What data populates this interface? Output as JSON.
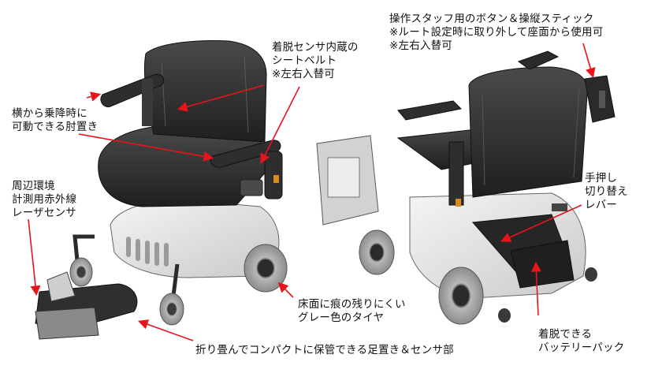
{
  "callouts": {
    "seatbelt": "着脱センサ内蔵の\nシートベルト\n※左右入替可",
    "armrest": "横から乗降時に\n可動できる肘置き",
    "laser_sensor": "周辺環境\n計測用赤外線\nレーザセンサ",
    "tire": "床面に痕の残りにくい\nグレー色のタイヤ",
    "footrest": "折り畳んでコンパクトに保管できる足置き＆センサ部",
    "joystick": "操作スタッフ用のボタン＆操縦スティック\n※ルート設定時に取り外して座面から使用可\n※左右入替可",
    "push_lever": "手押し\n切り替え\nレバー",
    "battery": "着脱できる\nバッテリーパック"
  },
  "colors": {
    "arrow": "#e8141b",
    "seat": "#2a2a2a",
    "seat_shade": "#3d3d3d",
    "body": "#dcdcdc",
    "body_light": "#f1f1f1",
    "tire": "#a9a9a9",
    "frame": "#3a3a3a"
  }
}
